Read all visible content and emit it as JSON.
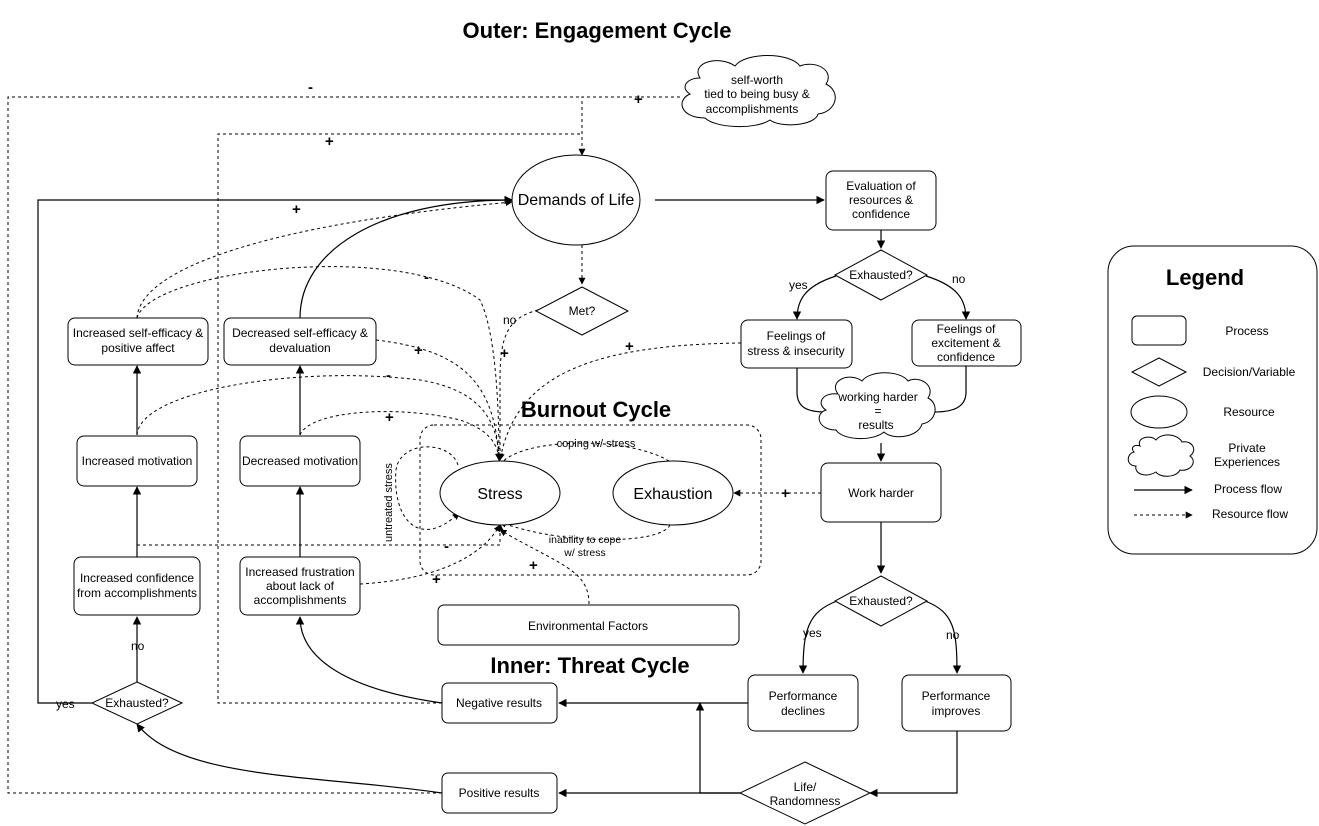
{
  "titles": {
    "outer": "Outer: Engagement Cycle",
    "burnout": "Burnout Cycle",
    "inner": "Inner: Threat Cycle"
  },
  "nodes": {
    "self_worth": [
      "self-worth",
      "tied to being busy &",
      "accomplishments"
    ],
    "demands": "Demands of Life",
    "evaluation": [
      "Evaluation of",
      "resources &",
      "confidence"
    ],
    "exhausted_top": "Exhausted?",
    "met": "Met?",
    "feel_stress": [
      "Feelings of",
      "stress & insecurity"
    ],
    "feel_excite": [
      "Feelings of",
      "excitement &",
      "confidence"
    ],
    "working_harder": [
      "working harder",
      "=",
      "results"
    ],
    "work_harder": "Work harder",
    "exhausted_mid": "Exhausted?",
    "perf_declines": [
      "Performance",
      "declines"
    ],
    "perf_improves": [
      "Performance",
      "improves"
    ],
    "life_random": [
      "Life/",
      "Randomness"
    ],
    "negative_results": "Negative results",
    "positive_results": "Positive results",
    "exhausted_left": "Exhausted?",
    "inc_confidence": [
      "Increased confidence",
      "from accomplishments"
    ],
    "inc_motivation": "Increased motivation",
    "inc_efficacy": [
      "Increased self-efficacy &",
      "positive affect"
    ],
    "dec_efficacy": [
      "Decreased self-efficacy &",
      "devaluation"
    ],
    "dec_motivation": "Decreased motivation",
    "inc_frustration": [
      "Increased frustration",
      "about lack of",
      "accomplishments"
    ],
    "stress": "Stress",
    "exhaustion": "Exhaustion",
    "env_factors": "Environmental Factors"
  },
  "edge_labels": {
    "yes": "yes",
    "no": "no",
    "plus": "+",
    "minus": "-",
    "coping": "coping w/ stress",
    "inability": [
      "inability to cope",
      "w/ stress"
    ],
    "untreated": "untreated stress"
  },
  "legend": {
    "title": "Legend",
    "items": [
      {
        "shape": "rect",
        "label": [
          "Process"
        ]
      },
      {
        "shape": "diamond",
        "label": [
          "Decision/Variable"
        ]
      },
      {
        "shape": "ellipse",
        "label": [
          "Resource"
        ]
      },
      {
        "shape": "cloud",
        "label": [
          "Private",
          "Experiences"
        ]
      },
      {
        "shape": "solid-arrow",
        "label": [
          "Process flow"
        ]
      },
      {
        "shape": "dashed-arrow",
        "label": [
          "Resource flow"
        ]
      }
    ]
  }
}
